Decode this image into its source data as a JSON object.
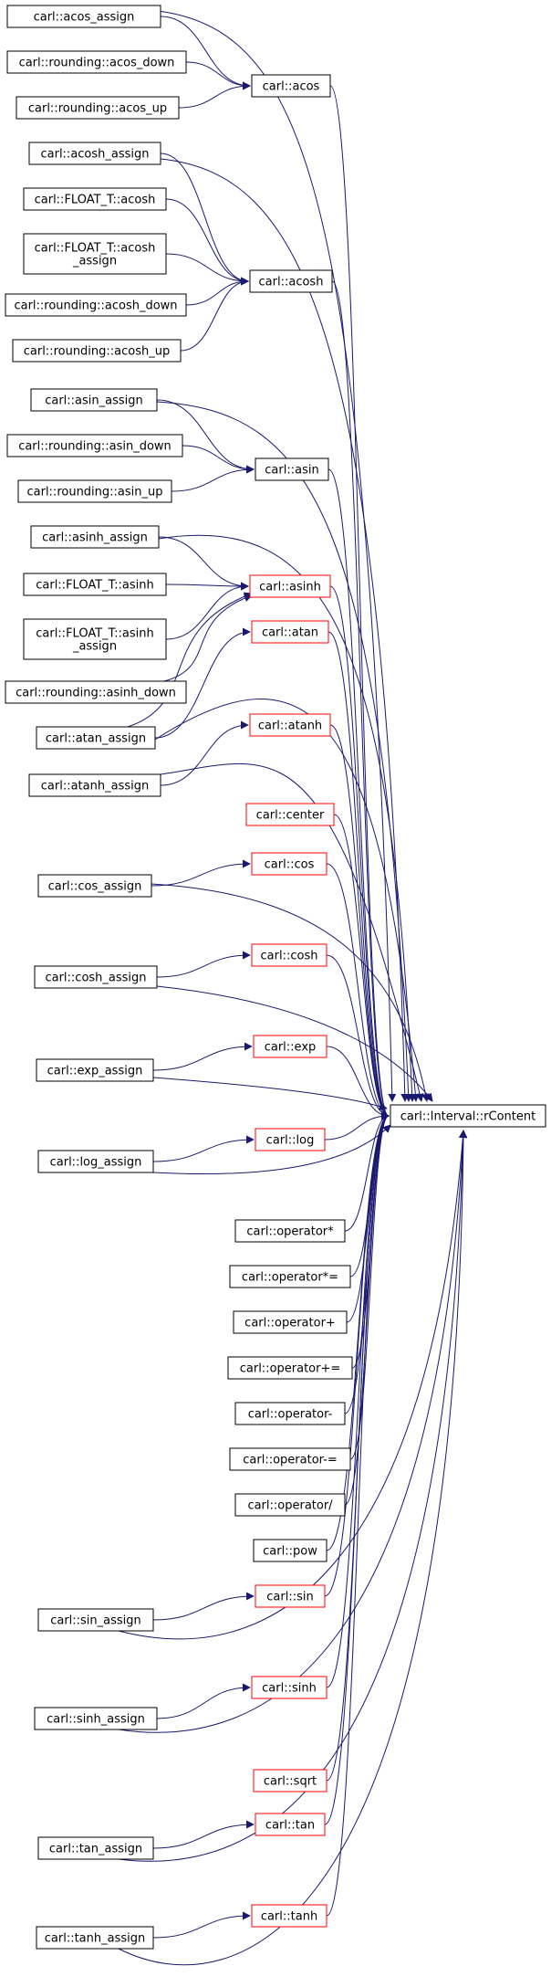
{
  "colors": {
    "edge": "#191970",
    "border_default": "#000000",
    "border_highlight": "#ff0000",
    "target_fill": "#bfbfbf"
  },
  "nodes": [
    {
      "id": "n0",
      "label": "carl::acos_assign",
      "style": "default"
    },
    {
      "id": "n1",
      "label": "carl::rounding::acos_down",
      "style": "default"
    },
    {
      "id": "n2",
      "label": "carl::rounding::acos_up",
      "style": "default"
    },
    {
      "id": "n3",
      "label": "carl::acos",
      "style": "default"
    },
    {
      "id": "n4",
      "label": "carl::acosh_assign",
      "style": "default"
    },
    {
      "id": "n5",
      "label": "carl::FLOAT_T::acosh",
      "style": "default"
    },
    {
      "id": "n6",
      "label": "carl::FLOAT_T::acosh\n_assign",
      "style": "default"
    },
    {
      "id": "n7",
      "label": "carl::rounding::acosh_down",
      "style": "default"
    },
    {
      "id": "n8",
      "label": "carl::rounding::acosh_up",
      "style": "default"
    },
    {
      "id": "n9",
      "label": "carl::acosh",
      "style": "default"
    },
    {
      "id": "n10",
      "label": "carl::asin_assign",
      "style": "default"
    },
    {
      "id": "n11",
      "label": "carl::rounding::asin_down",
      "style": "default"
    },
    {
      "id": "n12",
      "label": "carl::rounding::asin_up",
      "style": "default"
    },
    {
      "id": "n13",
      "label": "carl::asin",
      "style": "default"
    },
    {
      "id": "n14",
      "label": "carl::asinh_assign",
      "style": "default"
    },
    {
      "id": "n15",
      "label": "carl::FLOAT_T::asinh",
      "style": "default"
    },
    {
      "id": "n16",
      "label": "carl::FLOAT_T::asinh\n_assign",
      "style": "default"
    },
    {
      "id": "n17",
      "label": "carl::asinh",
      "style": "highlight"
    },
    {
      "id": "n18",
      "label": "carl::rounding::asinh_down",
      "style": "default"
    },
    {
      "id": "n19",
      "label": "carl::atan",
      "style": "highlight"
    },
    {
      "id": "n20",
      "label": "carl::atan_assign",
      "style": "default"
    },
    {
      "id": "n21",
      "label": "carl::atanh",
      "style": "highlight"
    },
    {
      "id": "n22",
      "label": "carl::atanh_assign",
      "style": "default"
    },
    {
      "id": "n23",
      "label": "carl::center",
      "style": "highlight"
    },
    {
      "id": "n24",
      "label": "carl::cos",
      "style": "highlight"
    },
    {
      "id": "n25",
      "label": "carl::cos_assign",
      "style": "default"
    },
    {
      "id": "n26",
      "label": "carl::cosh",
      "style": "highlight"
    },
    {
      "id": "n27",
      "label": "carl::cosh_assign",
      "style": "default"
    },
    {
      "id": "n28",
      "label": "carl::exp",
      "style": "highlight"
    },
    {
      "id": "n29",
      "label": "carl::exp_assign",
      "style": "default"
    },
    {
      "id": "n30",
      "label": "carl::Interval::rContent",
      "style": "target"
    },
    {
      "id": "n31",
      "label": "carl::log",
      "style": "highlight"
    },
    {
      "id": "n32",
      "label": "carl::log_assign",
      "style": "default"
    },
    {
      "id": "n33",
      "label": "carl::operator*",
      "style": "default"
    },
    {
      "id": "n34",
      "label": "carl::operator*=",
      "style": "default"
    },
    {
      "id": "n35",
      "label": "carl::operator+",
      "style": "default"
    },
    {
      "id": "n36",
      "label": "carl::operator+=",
      "style": "default"
    },
    {
      "id": "n37",
      "label": "carl::operator-",
      "style": "default"
    },
    {
      "id": "n38",
      "label": "carl::operator-=",
      "style": "default"
    },
    {
      "id": "n39",
      "label": "carl::operator/",
      "style": "default"
    },
    {
      "id": "n40",
      "label": "carl::pow",
      "style": "default"
    },
    {
      "id": "n41",
      "label": "carl::sin",
      "style": "highlight"
    },
    {
      "id": "n42",
      "label": "carl::sin_assign",
      "style": "default"
    },
    {
      "id": "n43",
      "label": "carl::sinh",
      "style": "highlight"
    },
    {
      "id": "n44",
      "label": "carl::sinh_assign",
      "style": "default"
    },
    {
      "id": "n45",
      "label": "carl::sqrt",
      "style": "highlight"
    },
    {
      "id": "n46",
      "label": "carl::tan",
      "style": "highlight"
    },
    {
      "id": "n47",
      "label": "carl::tan_assign",
      "style": "default"
    },
    {
      "id": "n48",
      "label": "carl::tanh",
      "style": "highlight"
    },
    {
      "id": "n49",
      "label": "carl::tanh_assign",
      "style": "default"
    }
  ],
  "edges": [
    [
      "n0",
      "n3"
    ],
    [
      "n1",
      "n3"
    ],
    [
      "n2",
      "n3"
    ],
    [
      "n0",
      "n30"
    ],
    [
      "n3",
      "n30"
    ],
    [
      "n4",
      "n9"
    ],
    [
      "n5",
      "n9"
    ],
    [
      "n6",
      "n9"
    ],
    [
      "n7",
      "n9"
    ],
    [
      "n8",
      "n9"
    ],
    [
      "n4",
      "n30"
    ],
    [
      "n9",
      "n30"
    ],
    [
      "n10",
      "n13"
    ],
    [
      "n11",
      "n13"
    ],
    [
      "n12",
      "n13"
    ],
    [
      "n10",
      "n30"
    ],
    [
      "n13",
      "n30"
    ],
    [
      "n14",
      "n17"
    ],
    [
      "n15",
      "n17"
    ],
    [
      "n16",
      "n17"
    ],
    [
      "n18",
      "n17"
    ],
    [
      "n20",
      "n17"
    ],
    [
      "n14",
      "n30"
    ],
    [
      "n17",
      "n30"
    ],
    [
      "n20",
      "n19"
    ],
    [
      "n20",
      "n30"
    ],
    [
      "n19",
      "n30"
    ],
    [
      "n22",
      "n21"
    ],
    [
      "n22",
      "n30"
    ],
    [
      "n21",
      "n30"
    ],
    [
      "n23",
      "n30"
    ],
    [
      "n25",
      "n24"
    ],
    [
      "n25",
      "n30"
    ],
    [
      "n24",
      "n30"
    ],
    [
      "n27",
      "n26"
    ],
    [
      "n27",
      "n30"
    ],
    [
      "n26",
      "n30"
    ],
    [
      "n29",
      "n28"
    ],
    [
      "n29",
      "n30"
    ],
    [
      "n28",
      "n30"
    ],
    [
      "n32",
      "n31"
    ],
    [
      "n32",
      "n30"
    ],
    [
      "n31",
      "n30"
    ],
    [
      "n33",
      "n30"
    ],
    [
      "n34",
      "n30"
    ],
    [
      "n35",
      "n30"
    ],
    [
      "n36",
      "n30"
    ],
    [
      "n37",
      "n30"
    ],
    [
      "n38",
      "n30"
    ],
    [
      "n39",
      "n30"
    ],
    [
      "n40",
      "n30"
    ],
    [
      "n42",
      "n41"
    ],
    [
      "n42",
      "n30"
    ],
    [
      "n41",
      "n30"
    ],
    [
      "n44",
      "n43"
    ],
    [
      "n44",
      "n30"
    ],
    [
      "n43",
      "n30"
    ],
    [
      "n45",
      "n30"
    ],
    [
      "n47",
      "n46"
    ],
    [
      "n47",
      "n30"
    ],
    [
      "n46",
      "n30"
    ],
    [
      "n49",
      "n48"
    ],
    [
      "n49",
      "n30"
    ],
    [
      "n48",
      "n30"
    ]
  ]
}
